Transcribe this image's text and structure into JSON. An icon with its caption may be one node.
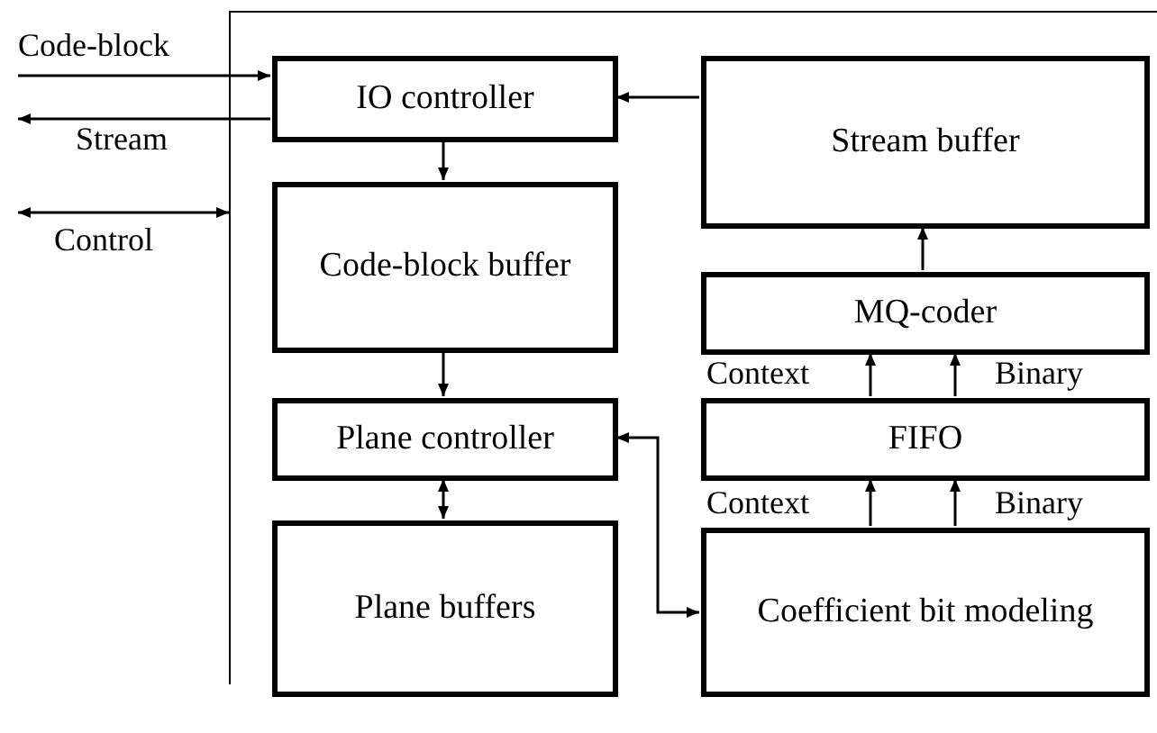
{
  "diagram": {
    "nodes": [
      {
        "text": [],
        "shape": "box"
      },
      {
        "text": [
          "IO controller"
        ],
        "in": 0
      },
      {
        "text": [
          "Stream buffer"
        ],
        "in": 0
      },
      {
        "text": [
          "Code-block buffer"
        ],
        "in": 0
      },
      {
        "text": [
          "MQ-coder"
        ],
        "in": 0
      },
      {
        "text": [
          "FIFO"
        ],
        "in": 0
      },
      {
        "text": [
          "Plane controller"
        ],
        "in": 0
      },
      {
        "text": [
          "Plane buffers"
        ],
        "in": 0
      },
      {
        "text": [
          "Coefficient bit modeling"
        ],
        "in": 0
      }
    ],
    "edges": [
      {
        "from": null,
        "to": 1,
        "arrow": "to",
        "label": "Code-block"
      },
      {
        "from": 1,
        "to": null,
        "arrow": "to",
        "label": "Stream"
      },
      {
        "from": null,
        "to": 0,
        "arrow": "both",
        "label": "Control"
      },
      {
        "from": 2,
        "to": 1,
        "arrow": "to"
      },
      {
        "from": 1,
        "to": 3,
        "arrow": "to"
      },
      {
        "from": 3,
        "to": 6,
        "arrow": "to"
      },
      {
        "from": 6,
        "to": 7,
        "arrow": "both"
      },
      {
        "from": 6,
        "to": 8,
        "arrow": "both"
      },
      {
        "from": 8,
        "to": 5,
        "arrow": "to",
        "label": "Context"
      },
      {
        "from": 8,
        "to": 5,
        "arrow": "to",
        "label": "Binary"
      },
      {
        "from": 5,
        "to": 4,
        "arrow": "to",
        "label": "Context"
      },
      {
        "from": 5,
        "to": 4,
        "arrow": "to",
        "label": "Binary"
      },
      {
        "from": 4,
        "to": 2,
        "arrow": "to"
      }
    ]
  }
}
